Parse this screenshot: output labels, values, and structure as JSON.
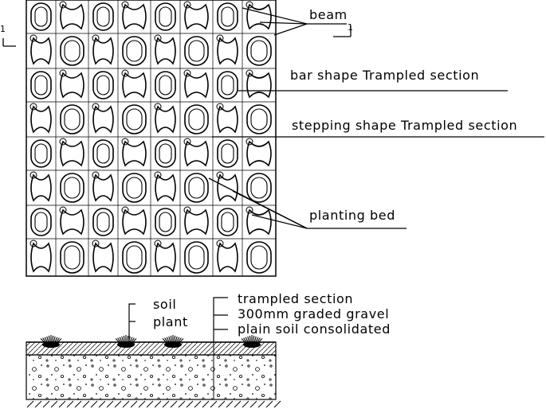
{
  "plan": {
    "labels": {
      "beam": "beam",
      "bar_section": "bar shape Trampled section",
      "stepping_section": "stepping shape Trampled section",
      "planting_bed": "planting bed",
      "section_mark_left": "1",
      "section_mark_right": "1"
    }
  },
  "section": {
    "labels": {
      "soil": "soil",
      "plant": "plant",
      "trampled": "trampled section",
      "gravel": "300mm graded gravel",
      "plain_soil": "plain soil consolidated"
    }
  }
}
